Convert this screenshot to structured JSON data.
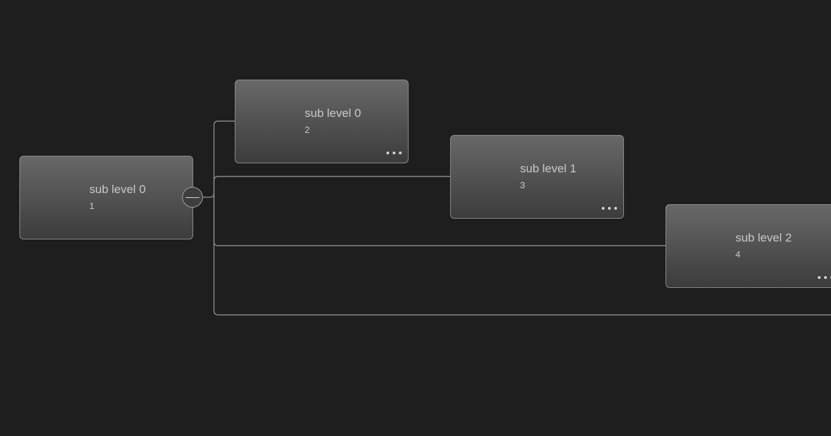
{
  "diagram": {
    "type": "org-tree",
    "nodes": [
      {
        "id": "n1",
        "title": "sub level 0",
        "number": "1",
        "parent": null,
        "has_toggle": true,
        "has_more": false
      },
      {
        "id": "n2",
        "title": "sub level 0",
        "number": "2",
        "parent": "n1",
        "has_toggle": false,
        "has_more": true
      },
      {
        "id": "n3",
        "title": "sub level 1",
        "number": "3",
        "parent": "n1",
        "has_toggle": false,
        "has_more": true
      },
      {
        "id": "n4",
        "title": "sub level 2",
        "number": "4",
        "parent": "n1",
        "has_toggle": false,
        "has_more": true
      }
    ],
    "colors": {
      "background": "#1e1e1e",
      "node_top": "#686868",
      "node_bottom": "#3c3c3c",
      "node_border": "#8a8a8a",
      "connector": "#9a9a9a",
      "text": "#c9c9c9"
    }
  }
}
